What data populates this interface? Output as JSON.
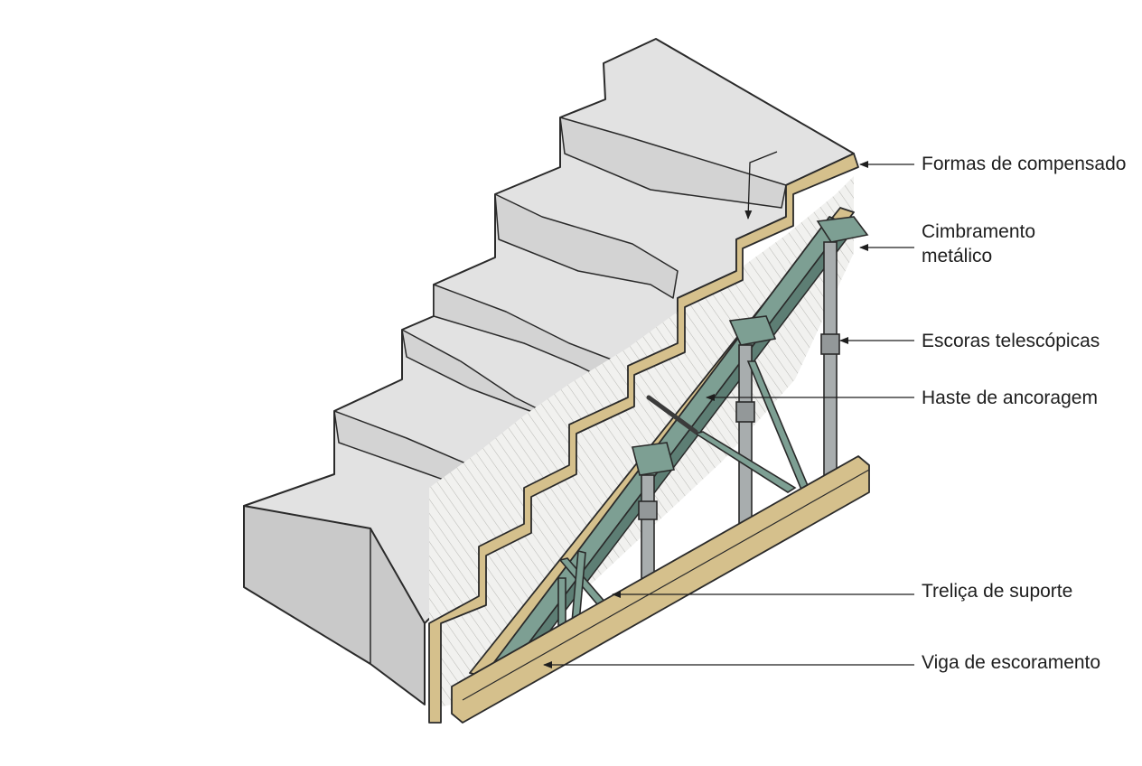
{
  "labels": {
    "forms": "Formas de compensado",
    "shoring_line1": "Cimbramento",
    "shoring_line2": "metálico",
    "props": "Escoras telescópicas",
    "anchor": "Haste de ancoragem",
    "truss": "Treliça de suporte",
    "beam": "Viga de escoramento"
  },
  "colors": {
    "concrete_top": "#e2e2e2",
    "concrete_face": "#cfcfcf",
    "concrete_side": "#bdbdbd",
    "plywood": "#d5c08c",
    "plywood_edge": "#b39a5e",
    "steel": "#7d9f93",
    "steel_dark": "#5d7e74",
    "prop": "#a8adae",
    "outline": "#2a2a2a"
  }
}
